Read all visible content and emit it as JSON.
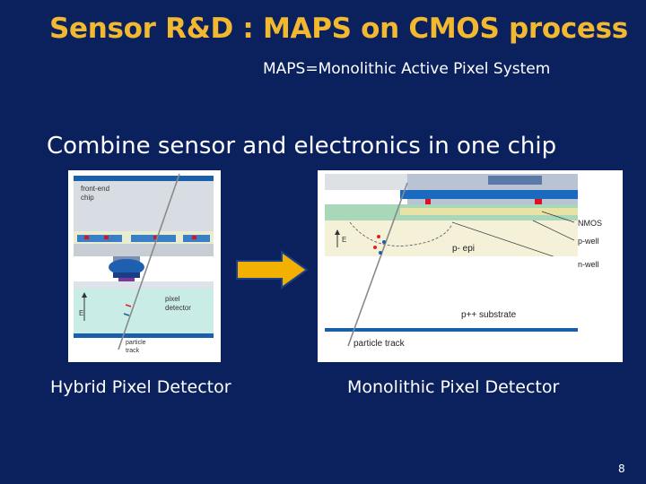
{
  "slide": {
    "title": "Sensor R&D : MAPS on CMOS process",
    "subtitle": "MAPS=Monolithic Active Pixel System",
    "heading": "Combine sensor and electronics in one chip",
    "page_number": "8"
  },
  "hybrid": {
    "caption": "Hybrid Pixel Detector",
    "labels": {
      "front_end_1": "front-end",
      "front_end_2": "chip",
      "pixel_1": "pixel",
      "pixel_2": "detector",
      "field": "E",
      "track_1": "particle",
      "track_2": "track"
    }
  },
  "monolithic": {
    "caption": "Monolithic Pixel Detector",
    "labels": {
      "nmos": "NMOS",
      "pwell": "p-well",
      "epi": "p- epi",
      "nwell": "n-well",
      "substrate": "p++ substrate",
      "track": "particle track",
      "field": "E"
    }
  },
  "arrow": {
    "icon": "right-arrow-icon",
    "fill": "#f2b000"
  },
  "colors": {
    "background": "#0b215e",
    "title": "#f2b830",
    "text": "#ffffff"
  }
}
